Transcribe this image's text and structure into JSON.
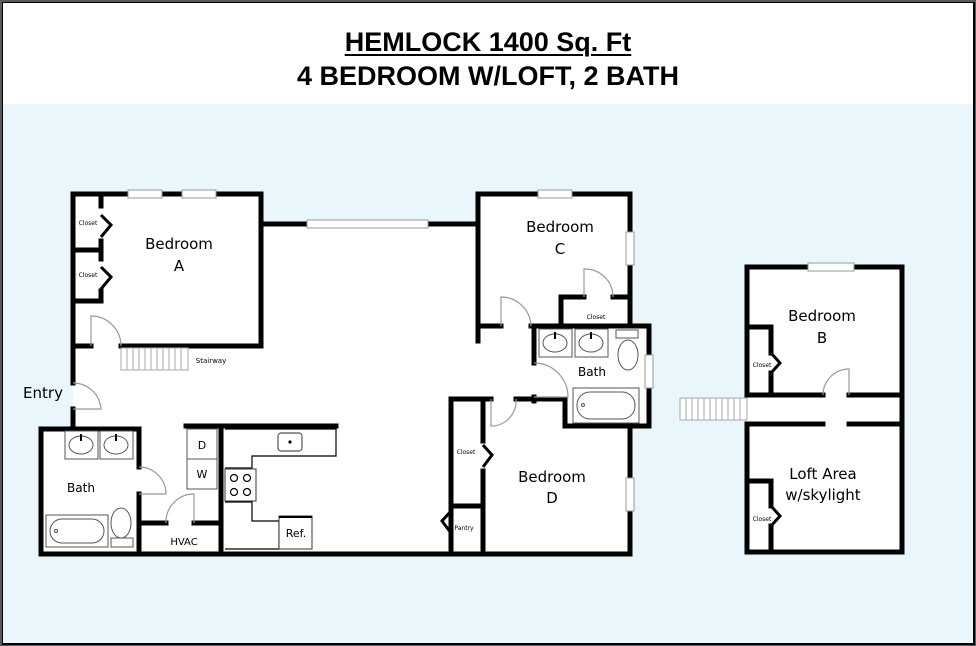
{
  "header": {
    "title": "HEMLOCK 1400 Sq. Ft",
    "subtitle": "4 BEDROOM W/LOFT, 2 BATH"
  },
  "colors": {
    "frame_border": "#5a5a5a",
    "background_plan": "#e9f6fc",
    "wall": "#000000",
    "fixture_outline": "#8a8a8a"
  },
  "main_floor": {
    "rooms": {
      "bedroom_a": {
        "line1": "Bedroom",
        "line2": "A"
      },
      "bedroom_c": {
        "line1": "Bedroom",
        "line2": "C"
      },
      "bedroom_d": {
        "line1": "Bedroom",
        "line2": "D"
      },
      "bath_left": "Bath",
      "bath_right": "Bath",
      "hvac": "HVAC",
      "entry": "Entry",
      "stairway": "Stairway",
      "pantry": "Pantry",
      "closet_a1": "Closet",
      "closet_a2": "Closet",
      "closet_c": "Closet",
      "closet_d": "Closet"
    },
    "appliances": {
      "dryer": "D",
      "washer": "W",
      "refrigerator": "Ref."
    }
  },
  "loft_floor": {
    "rooms": {
      "bedroom_b": {
        "line1": "Bedroom",
        "line2": "B"
      },
      "loft": {
        "line1": "Loft Area",
        "line2": "w/skylight"
      },
      "closet_b": "Closet",
      "closet_loft": "Closet"
    }
  }
}
